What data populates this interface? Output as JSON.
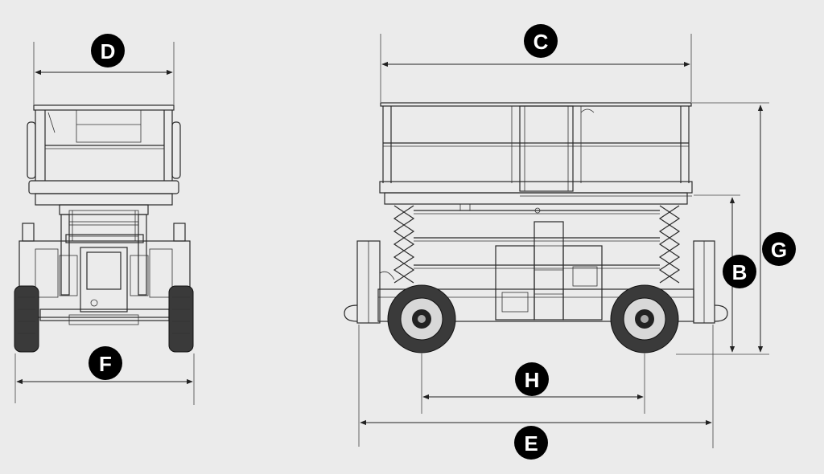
{
  "labels": {
    "D": "D",
    "C": "C",
    "G": "G",
    "B": "B",
    "F": "F",
    "H": "H",
    "E": "E"
  },
  "colors": {
    "background": "#ebebeb",
    "line": "#2a2a2a",
    "badge": "#000000",
    "badge_text": "#ffffff"
  }
}
